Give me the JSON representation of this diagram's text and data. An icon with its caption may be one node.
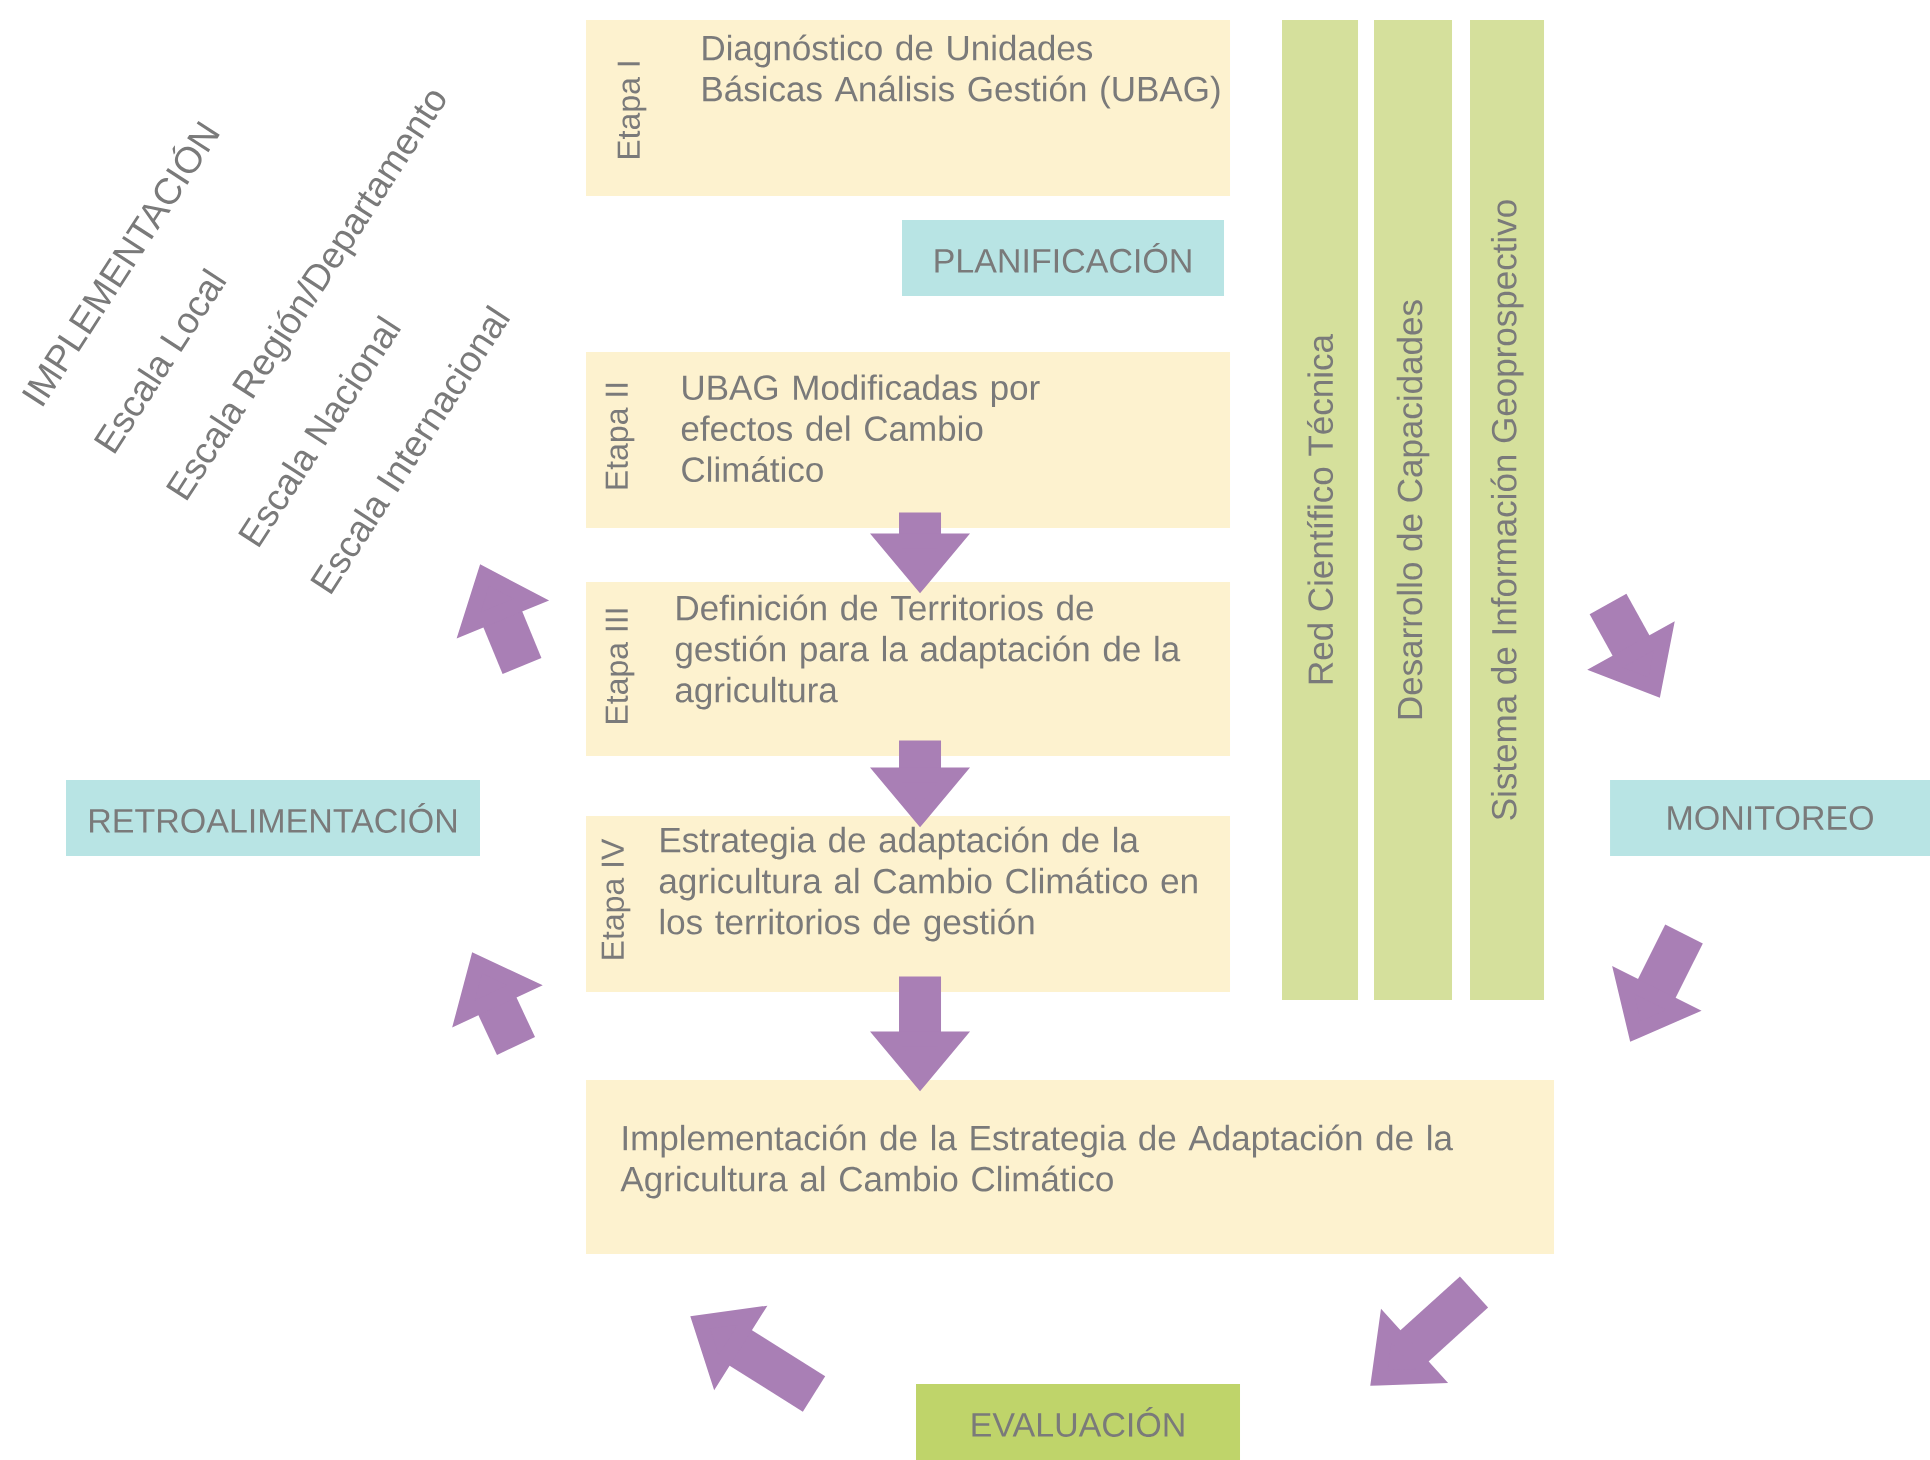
{
  "diagram": {
    "nodes": [
      {
        "text": [
          "Etapa I",
          "Diagnóstico de Unidades Básicas Análisis Gestión (UBAG)"
        ]
      },
      {
        "text": [
          "PLANIFICACIÓN"
        ]
      },
      {
        "text": [
          "Etapa II",
          "UBAG Modificadas por efectos del Cambio Climático"
        ]
      },
      {
        "text": [
          "Etapa III",
          "Definición de Territorios de gestión para la adaptación de la agricultura"
        ]
      },
      {
        "text": [
          "Etapa IV",
          "Estrategia de adaptación de la agricultura al Cambio Climático en los territorios de gestión"
        ]
      },
      {
        "text": [
          "Implementación de la Estrategia de Adaptación de la Agricultura al Cambio Climático"
        ]
      },
      {
        "text": [
          "Red Científico Técnica"
        ]
      },
      {
        "text": [
          "Desarrollo de Capacidades"
        ]
      },
      {
        "text": [
          "Sistema de Información Geoprospectivo"
        ]
      },
      {
        "text": [
          "MONITOREO"
        ]
      },
      {
        "text": [
          "EVALUACIÓN"
        ]
      },
      {
        "text": [
          "RETROALIMENTACIÓN"
        ]
      },
      {
        "text": [
          "IMPLEMENTACIÓN",
          "Escala Local",
          "Escala Región/Departamento",
          "Escala Nacional",
          "Escala Internacional"
        ]
      }
    ],
    "edges": [
      {
        "from": 2,
        "to": 3,
        "arrow": "to"
      },
      {
        "from": 3,
        "to": 4,
        "arrow": "to"
      },
      {
        "from": 4,
        "to": 5,
        "arrow": "to"
      }
    ]
  }
}
